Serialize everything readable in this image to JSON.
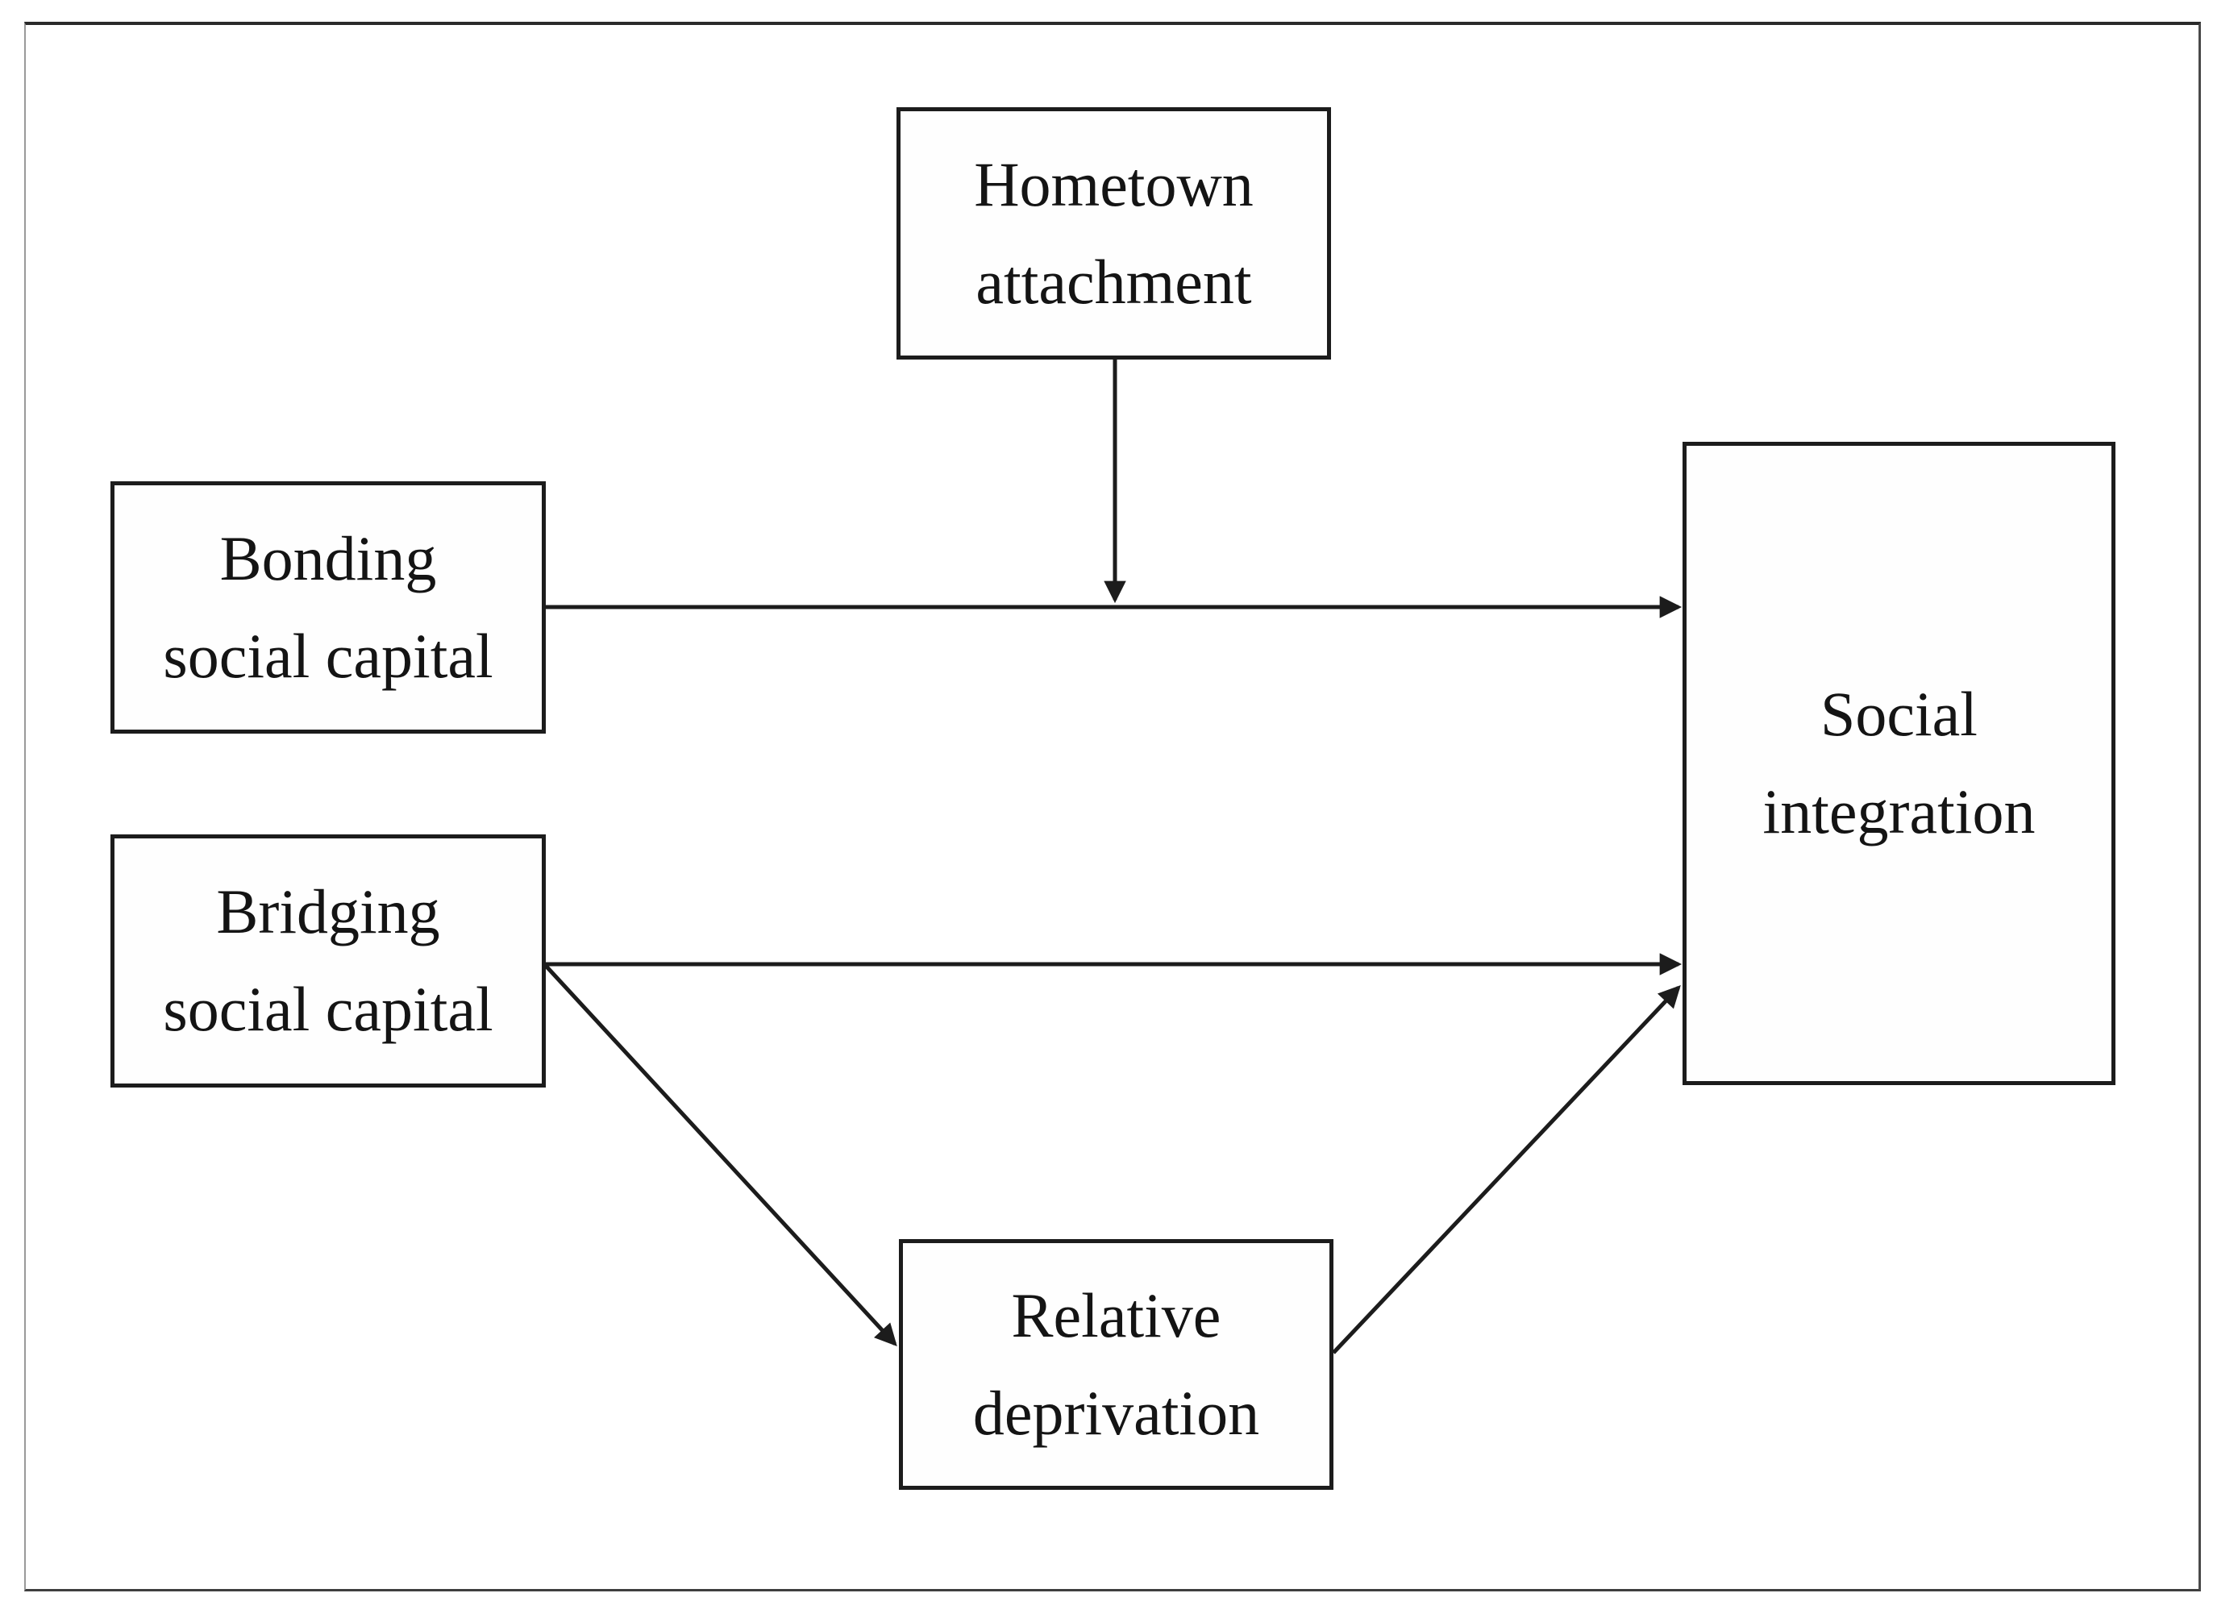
{
  "diagram": {
    "nodes": {
      "hometown_attachment": {
        "label": "Hometown\nattachment"
      },
      "bonding_social_capital": {
        "label": "Bonding\nsocial capital"
      },
      "bridging_social_capital": {
        "label": "Bridging\nsocial capital"
      },
      "relative_deprivation": {
        "label": "Relative\ndeprivation"
      },
      "social_integration": {
        "label": "Social\nintegration"
      }
    },
    "edges": [
      {
        "from": "bonding_social_capital",
        "to": "social_integration",
        "type": "direct"
      },
      {
        "from": "bridging_social_capital",
        "to": "social_integration",
        "type": "direct"
      },
      {
        "from": "bridging_social_capital",
        "to": "relative_deprivation",
        "type": "direct"
      },
      {
        "from": "relative_deprivation",
        "to": "social_integration",
        "type": "direct"
      },
      {
        "from": "hometown_attachment",
        "to": "edge:bonding_social_capital->social_integration",
        "type": "moderation"
      }
    ],
    "colors": {
      "box_border": "#1c1c1c",
      "arrow": "#1c1c1c",
      "text": "#141414",
      "background": "#ffffff",
      "outer_frame": "#4a4a4a"
    }
  }
}
